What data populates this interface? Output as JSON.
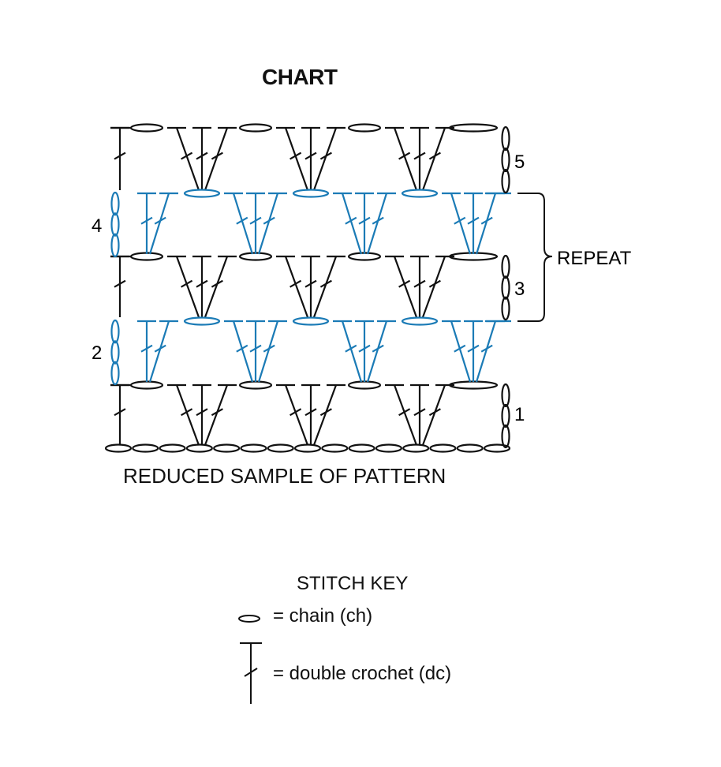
{
  "title": "CHART",
  "caption": "REDUCED SAMPLE OF PATTERN",
  "row_labels": [
    "1",
    "2",
    "3",
    "4",
    "5"
  ],
  "repeat_label": "REPEAT",
  "colors": {
    "odd_rows": "#111111",
    "even_rows": "#1b7bb6"
  },
  "stitch_key": {
    "title": "STITCH KEY",
    "chain": "= chain (ch)",
    "double_crochet": "= double crochet (dc)"
  },
  "pattern": {
    "foundation_chain_count": 15,
    "rows": 5,
    "repeat_rows": [
      3,
      4
    ],
    "fans_per_row": 3
  }
}
